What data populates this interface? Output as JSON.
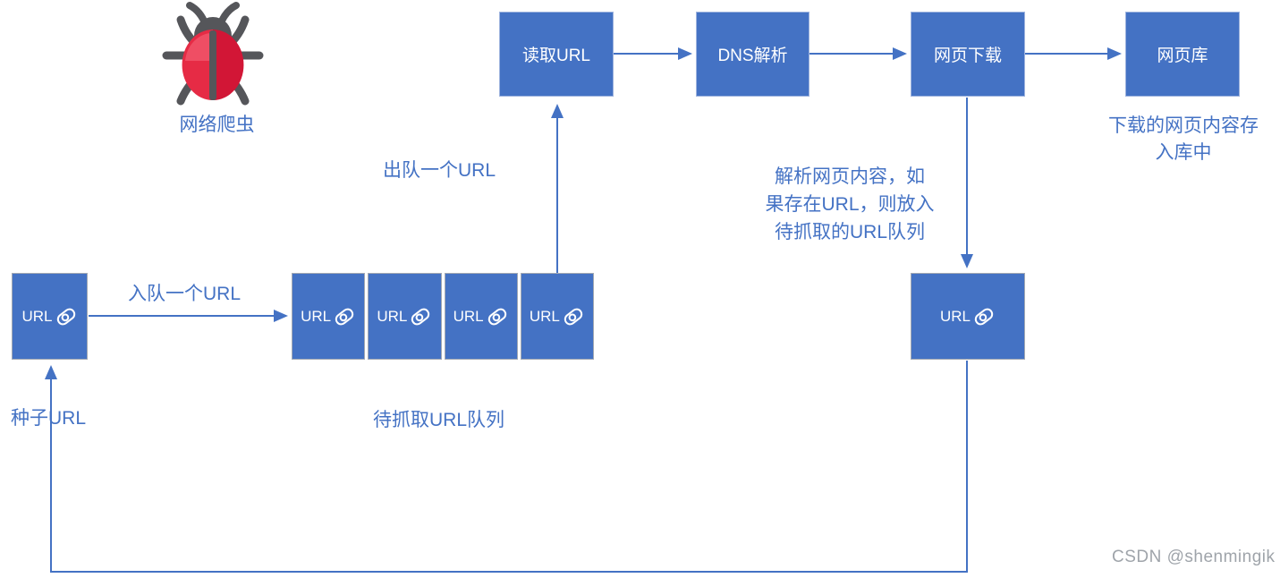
{
  "colors": {
    "box_fill": "#4472C4",
    "box_border_light": "#9EB3DE",
    "box_border_gray": "#A3A9B3",
    "line": "#4472C4",
    "label_text": "#4472C4",
    "box_text": "#FFFFFF",
    "watermark": "#9FA4AA",
    "bug_leg": "#55565A",
    "bug_body_left": "#E62B45",
    "bug_body_right": "#D21636",
    "bug_highlight": "#EF4E64"
  },
  "nodes": {
    "read_url": "读取URL",
    "dns": "DNS解析",
    "download": "网页下载",
    "repo": "网页库",
    "seed_label": "URL",
    "parsed_label": "URL"
  },
  "queue": {
    "cells": [
      {
        "label": "URL"
      },
      {
        "label": "URL"
      },
      {
        "label": "URL"
      },
      {
        "label": "URL"
      }
    ]
  },
  "labels": {
    "crawler": "网络爬虫",
    "dequeue": "出队一个URL",
    "enqueue": "入队一个URL",
    "seed_url": "种子URL",
    "queue_caption": "待抓取URL队列",
    "store_note": "下载的网页内容存\n入库中",
    "parse_note": "解析网页内容，如\n果存在URL，则放入\n待抓取的URL队列",
    "watermark": "CSDN @shenmingik"
  }
}
